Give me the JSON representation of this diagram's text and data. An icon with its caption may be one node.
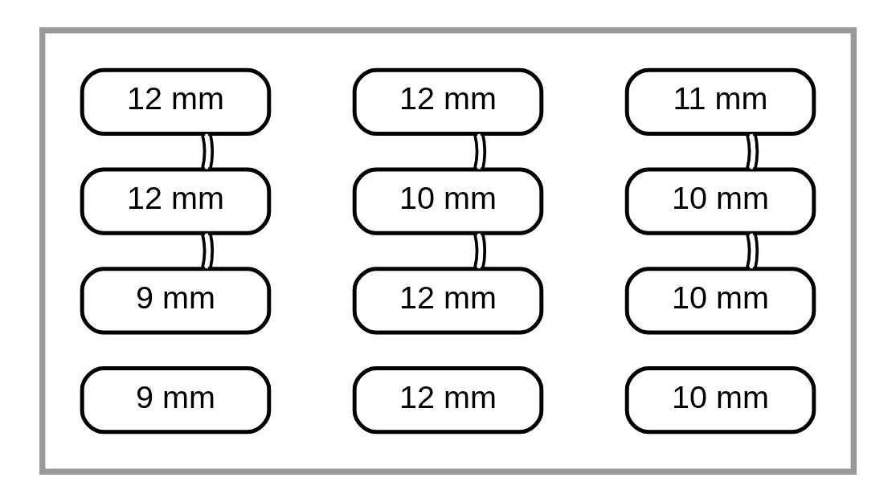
{
  "diagram": {
    "nodes": [
      {
        "text": [],
        "shape": "box"
      },
      {
        "text": [
          "12 mm"
        ],
        "in": 0
      },
      {
        "text": [
          "12 mm"
        ],
        "in": 0
      },
      {
        "text": [
          "11 mm"
        ],
        "in": 0
      },
      {
        "text": [
          "12 mm"
        ],
        "in": 0
      },
      {
        "text": [
          "10 mm"
        ],
        "in": 0
      },
      {
        "text": [
          "10 mm"
        ],
        "in": 0
      },
      {
        "text": [
          "9 mm"
        ],
        "in": 0
      },
      {
        "text": [
          "12 mm"
        ],
        "in": 0
      },
      {
        "text": [
          "10 mm"
        ],
        "in": 0
      },
      {
        "text": [
          "9 mm"
        ],
        "in": 0
      },
      {
        "text": [
          "12 mm"
        ],
        "in": 0
      },
      {
        "text": [
          "10 mm"
        ],
        "in": 0
      }
    ],
    "edges": [
      {
        "from": 1,
        "to": 4,
        "arrow": "none"
      },
      {
        "from": 4,
        "to": 7,
        "arrow": "none"
      },
      {
        "from": 2,
        "to": 5,
        "arrow": "none"
      },
      {
        "from": 5,
        "to": 8,
        "arrow": "none"
      },
      {
        "from": 3,
        "to": 6,
        "arrow": "none"
      },
      {
        "from": 6,
        "to": 9,
        "arrow": "none"
      }
    ]
  }
}
